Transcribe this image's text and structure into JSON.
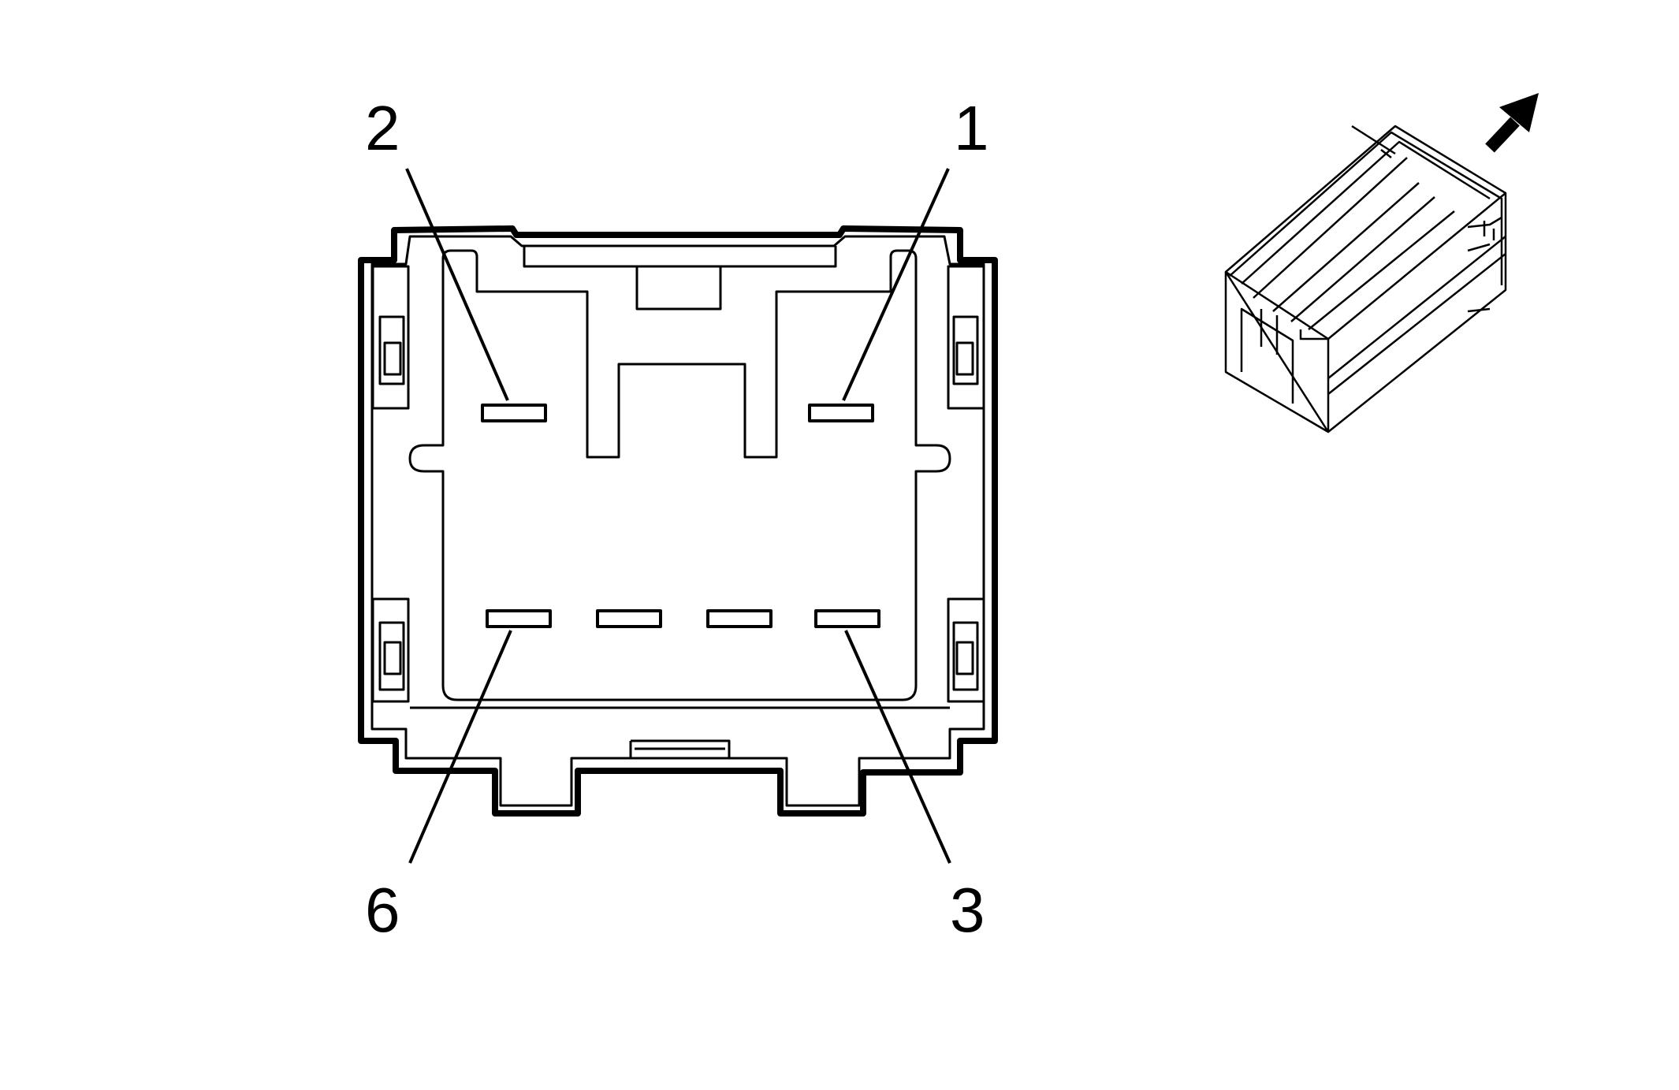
{
  "diagram": {
    "pin_labels": {
      "pin_1": "1",
      "pin_2": "2",
      "pin_3": "3",
      "pin_6": "6"
    },
    "terminal_count": 6,
    "line_color": "#000000",
    "background_color": "#ffffff",
    "inset_icons": {
      "connector": "connector-isometric-icon",
      "direction": "view-direction-arrow-icon"
    }
  }
}
